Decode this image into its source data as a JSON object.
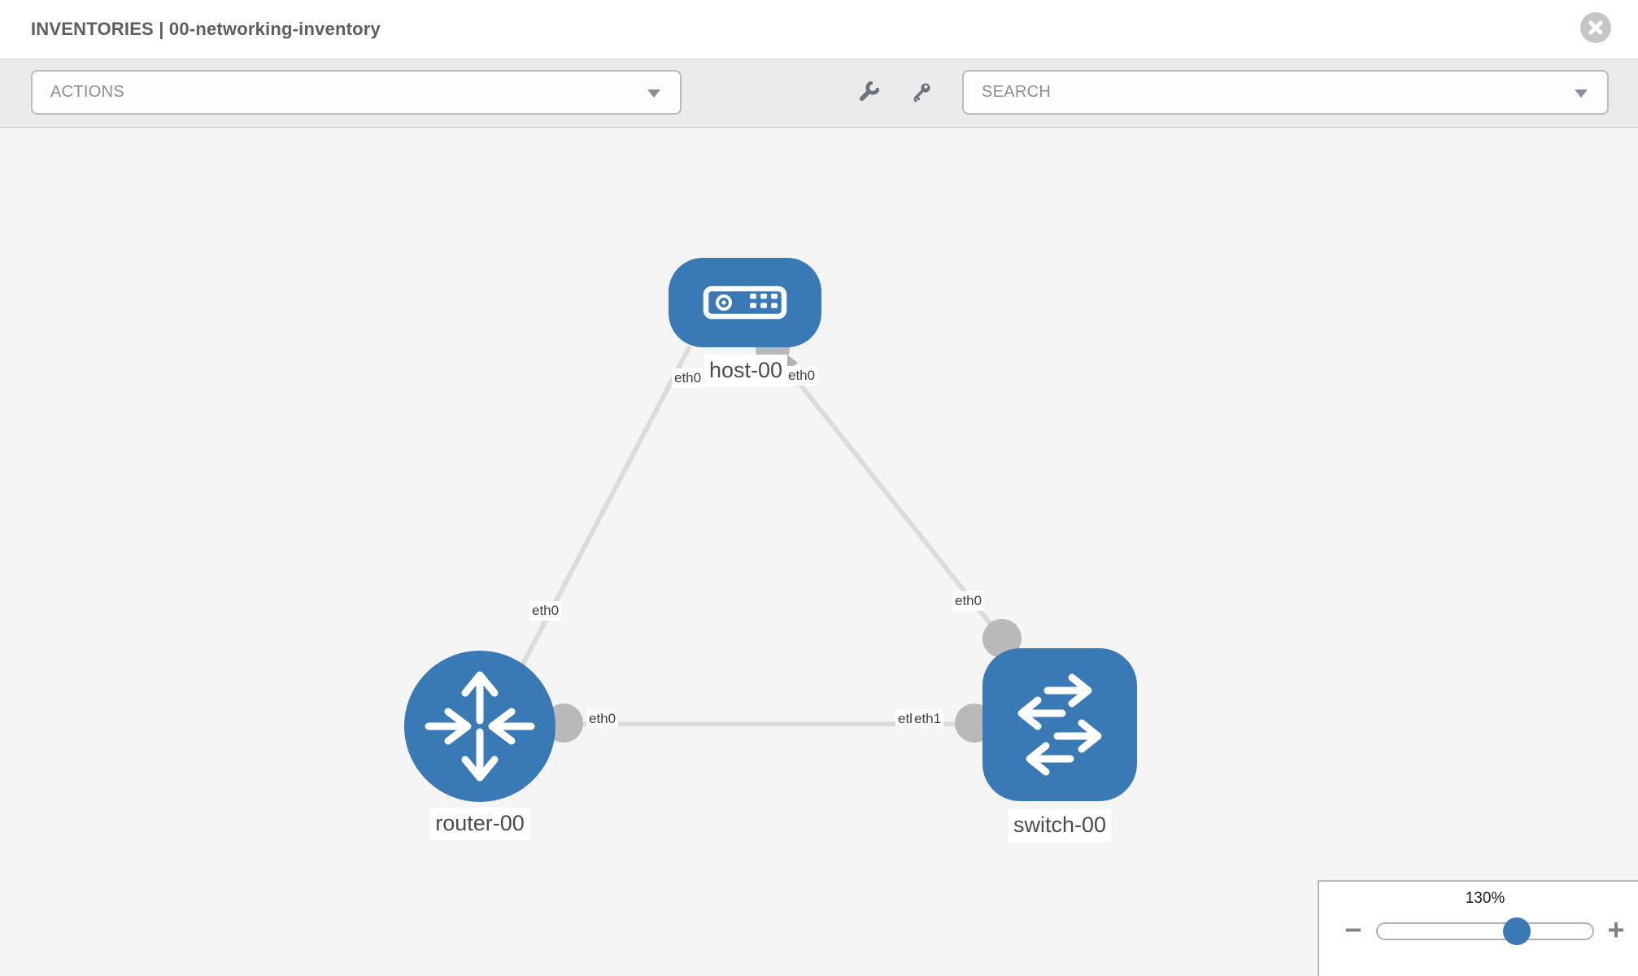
{
  "header": {
    "title": "INVENTORIES | 00-networking-inventory",
    "close_icon": "circle-x-icon"
  },
  "toolbar": {
    "actions_label": "ACTIONS",
    "search_placeholder": "SEARCH",
    "icons": [
      "wrench-icon",
      "key-icon"
    ],
    "caret_icon": "chevron-down-icon"
  },
  "topology": {
    "nodes": [
      {
        "label": "host-00",
        "type": "host"
      },
      {
        "label": "router-00",
        "type": "router"
      },
      {
        "label": "switch-00",
        "type": "switch"
      }
    ],
    "links": [
      {
        "from": "host-00",
        "to": "router-00"
      },
      {
        "from": "host-00",
        "to": "switch-00"
      },
      {
        "from": "router-00",
        "to": "switch-00"
      }
    ],
    "interface_labels": {
      "host_left": "eth0",
      "host_right": "eth0",
      "router_top": "eth0",
      "switch_top": "eth0",
      "router_right": "eth0",
      "switch_left_back": "eth0",
      "switch_left_front": "eth1"
    }
  },
  "zoom_control": {
    "level_label": "130%",
    "percent": 130,
    "minus_label": "−",
    "plus_label": "+"
  },
  "colors": {
    "node_blue": "#3879b6",
    "link_gray": "#dcdcdc",
    "dot_gray": "#b9b9b9",
    "toolbar_bg": "#ebebeb",
    "canvas_bg": "#f5f5f6",
    "header_text": "#5e5e5e"
  }
}
